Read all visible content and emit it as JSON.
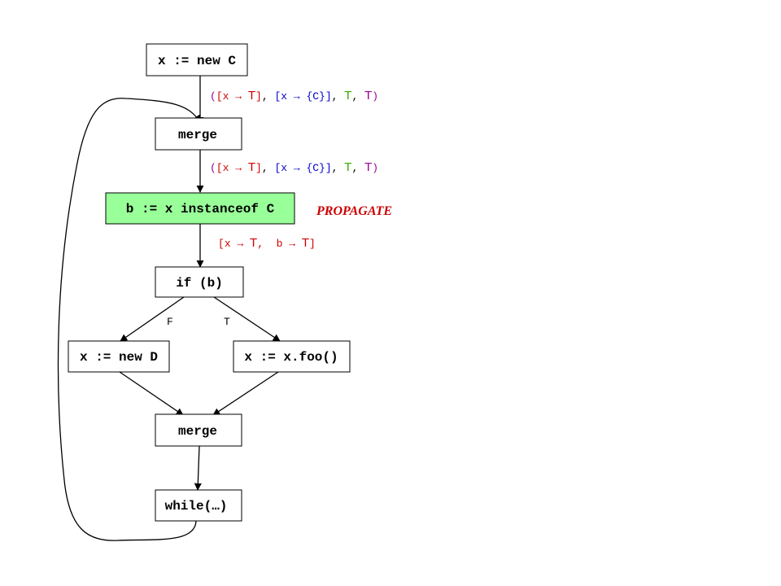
{
  "nodes": {
    "new_c": "x := new C",
    "merge1": "merge",
    "instanceof": "b := x instanceof C",
    "if": "if (b)",
    "new_d": "x := new D",
    "foo": "x := x.foo()",
    "merge2": "merge",
    "while": "while(…)"
  },
  "edge_labels": {
    "false": "F",
    "true": "T"
  },
  "tuple_label": {
    "open_paren": "(",
    "open_bracket_1": "[",
    "map_1": "x → ",
    "top_1": "T",
    "close_bracket_1": "]",
    "sep_1": ", ",
    "open_bracket_2": "[",
    "map_2": "x → {C}",
    "close_bracket_2": "]",
    "sep_2": ", ",
    "top_3": "T",
    "sep_3": ", ",
    "top_4": "T",
    "close_paren": ")"
  },
  "propagate_label": "PROPAGATE",
  "result_label": {
    "open_bracket": "[",
    "map_x": "x → ",
    "top_x": "T",
    "sep": ",  ",
    "map_b": "b → ",
    "top_b": "T",
    "close_bracket": "]"
  },
  "colors": {
    "highlight_fill": "#99ff99",
    "red": "#cc0000",
    "blue": "#0000cc",
    "green": "#33aa00",
    "purple": "#990099",
    "stroke": "#000000"
  }
}
